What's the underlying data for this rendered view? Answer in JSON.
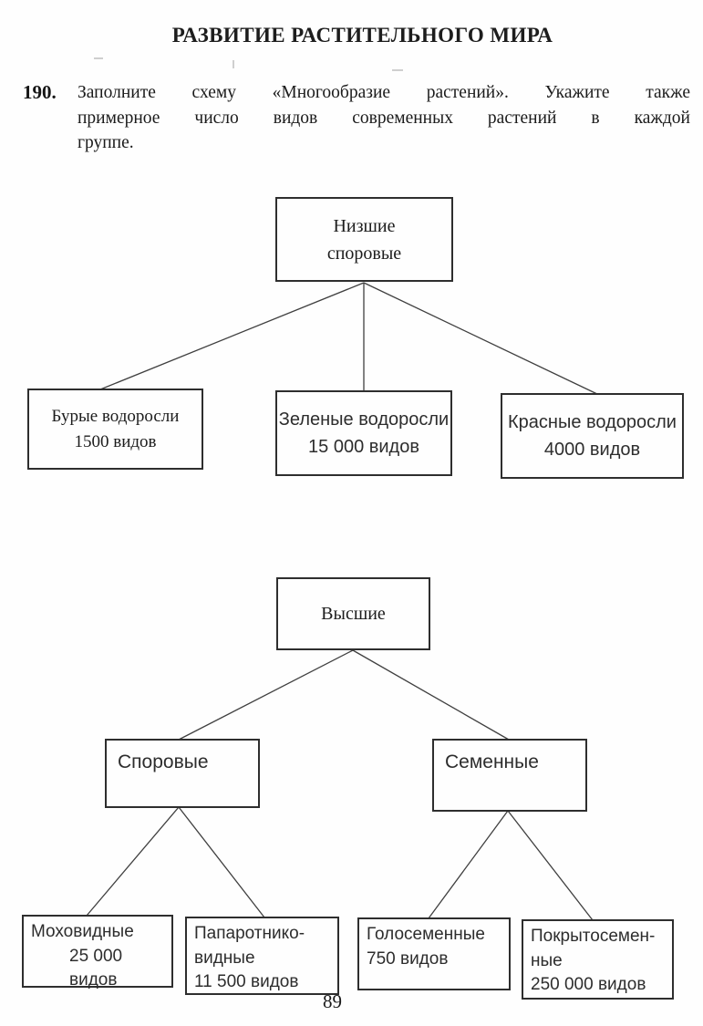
{
  "header": {
    "title": "РАЗВИТИЕ РАСТИТЕЛЬНОГО МИРА"
  },
  "task": {
    "number": "190.",
    "lines": [
      "Заполните схему «Многообразие растений». Укажите также",
      "примерное число видов современных растений в каждой",
      "группе."
    ]
  },
  "diagram": {
    "lower": {
      "root": {
        "line1": "Низшие",
        "line2": "споровые"
      },
      "children": [
        {
          "name": "Бурые водоросли",
          "count": "1500 видов"
        },
        {
          "name": "Зеленые водоросли",
          "count": "15 000 видов"
        },
        {
          "name": "Красные водоросли",
          "count": "4000 видов"
        }
      ]
    },
    "higher": {
      "root": "Высшие",
      "children": [
        {
          "name": "Споровые"
        },
        {
          "name": "Семенные"
        }
      ],
      "leaves": [
        {
          "line1": "Моховидные",
          "line2": "25 000 видов",
          "line3": ""
        },
        {
          "line1": "Папаротнико-",
          "line2": "видные",
          "line3": "11 500 видов"
        },
        {
          "line1": "Голосеменные",
          "line2": "750 видов",
          "line3": ""
        },
        {
          "line1": "Покрытосемен-",
          "line2": "ные",
          "line3": "250 000 видов"
        }
      ]
    }
  },
  "page": {
    "number": "89"
  }
}
